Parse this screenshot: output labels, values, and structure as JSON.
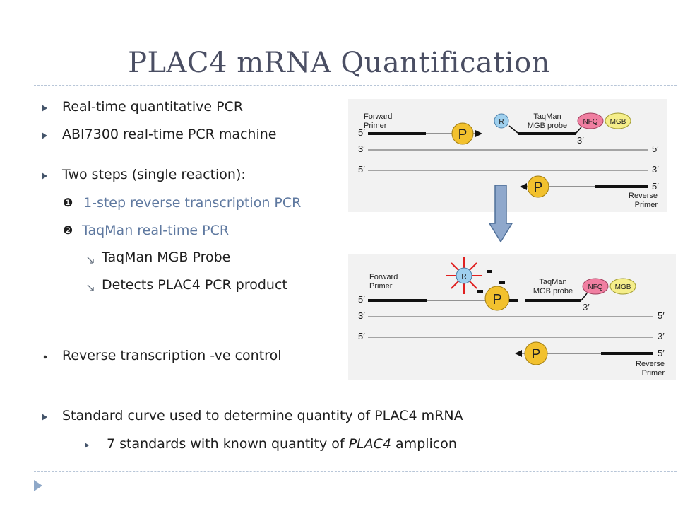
{
  "slide": {
    "title": "PLAC4 mRNA Quantification",
    "bullets": [
      {
        "text": "Real-time quantitative PCR"
      },
      {
        "text": "ABI7300 real-time PCR machine"
      },
      {
        "text": "Two steps (single reaction):"
      },
      {
        "text": "1-step reverse transcription PCR",
        "marker": "❶"
      },
      {
        "text": "TaqMan real-time PCR",
        "marker": "❷"
      },
      {
        "text": "TaqMan MGB Probe"
      },
      {
        "text": "Detects PLAC4 PCR product"
      },
      {
        "text": "Reverse transcription -ve control"
      },
      {
        "text": "Standard curve used to determine quantity of PLAC4 mRNA"
      },
      {
        "text_before": "7 standards with known quantity of ",
        "text_italic": "PLAC4",
        "text_after": " amplicon"
      }
    ]
  },
  "diagram_top": {
    "forward_primer": [
      "Forward",
      "Primer"
    ],
    "probe_label": [
      "TaqMan",
      "MGB probe"
    ],
    "reverse_primer": [
      "Reverse",
      "Primer"
    ],
    "p": "P",
    "r": "R",
    "nfq": "NFQ",
    "mgb": "MGB",
    "five_prime": "5′",
    "three_prime": "3′"
  },
  "diagram_bottom": {
    "forward_primer": [
      "Forward",
      "Primer"
    ],
    "probe_label": [
      "TaqMan",
      "MGB probe"
    ],
    "reverse_primer": [
      "Reverse",
      "Primer"
    ],
    "p": "P",
    "r": "R",
    "nfq": "NFQ",
    "mgb": "MGB",
    "five_prime": "5′",
    "three_prime": "3′"
  },
  "colors": {
    "title": "#4a4e63",
    "accent_blue": "#5f79a0",
    "bullet_dark": "#44546a",
    "p_circle": "#f2c12e",
    "r_circle": "#9fd0ee",
    "nfq": "#f07fa1",
    "mgb": "#f5ee8a",
    "arrow_fill": "#8fa8cc",
    "diagram_bg": "#f2f2f2"
  }
}
